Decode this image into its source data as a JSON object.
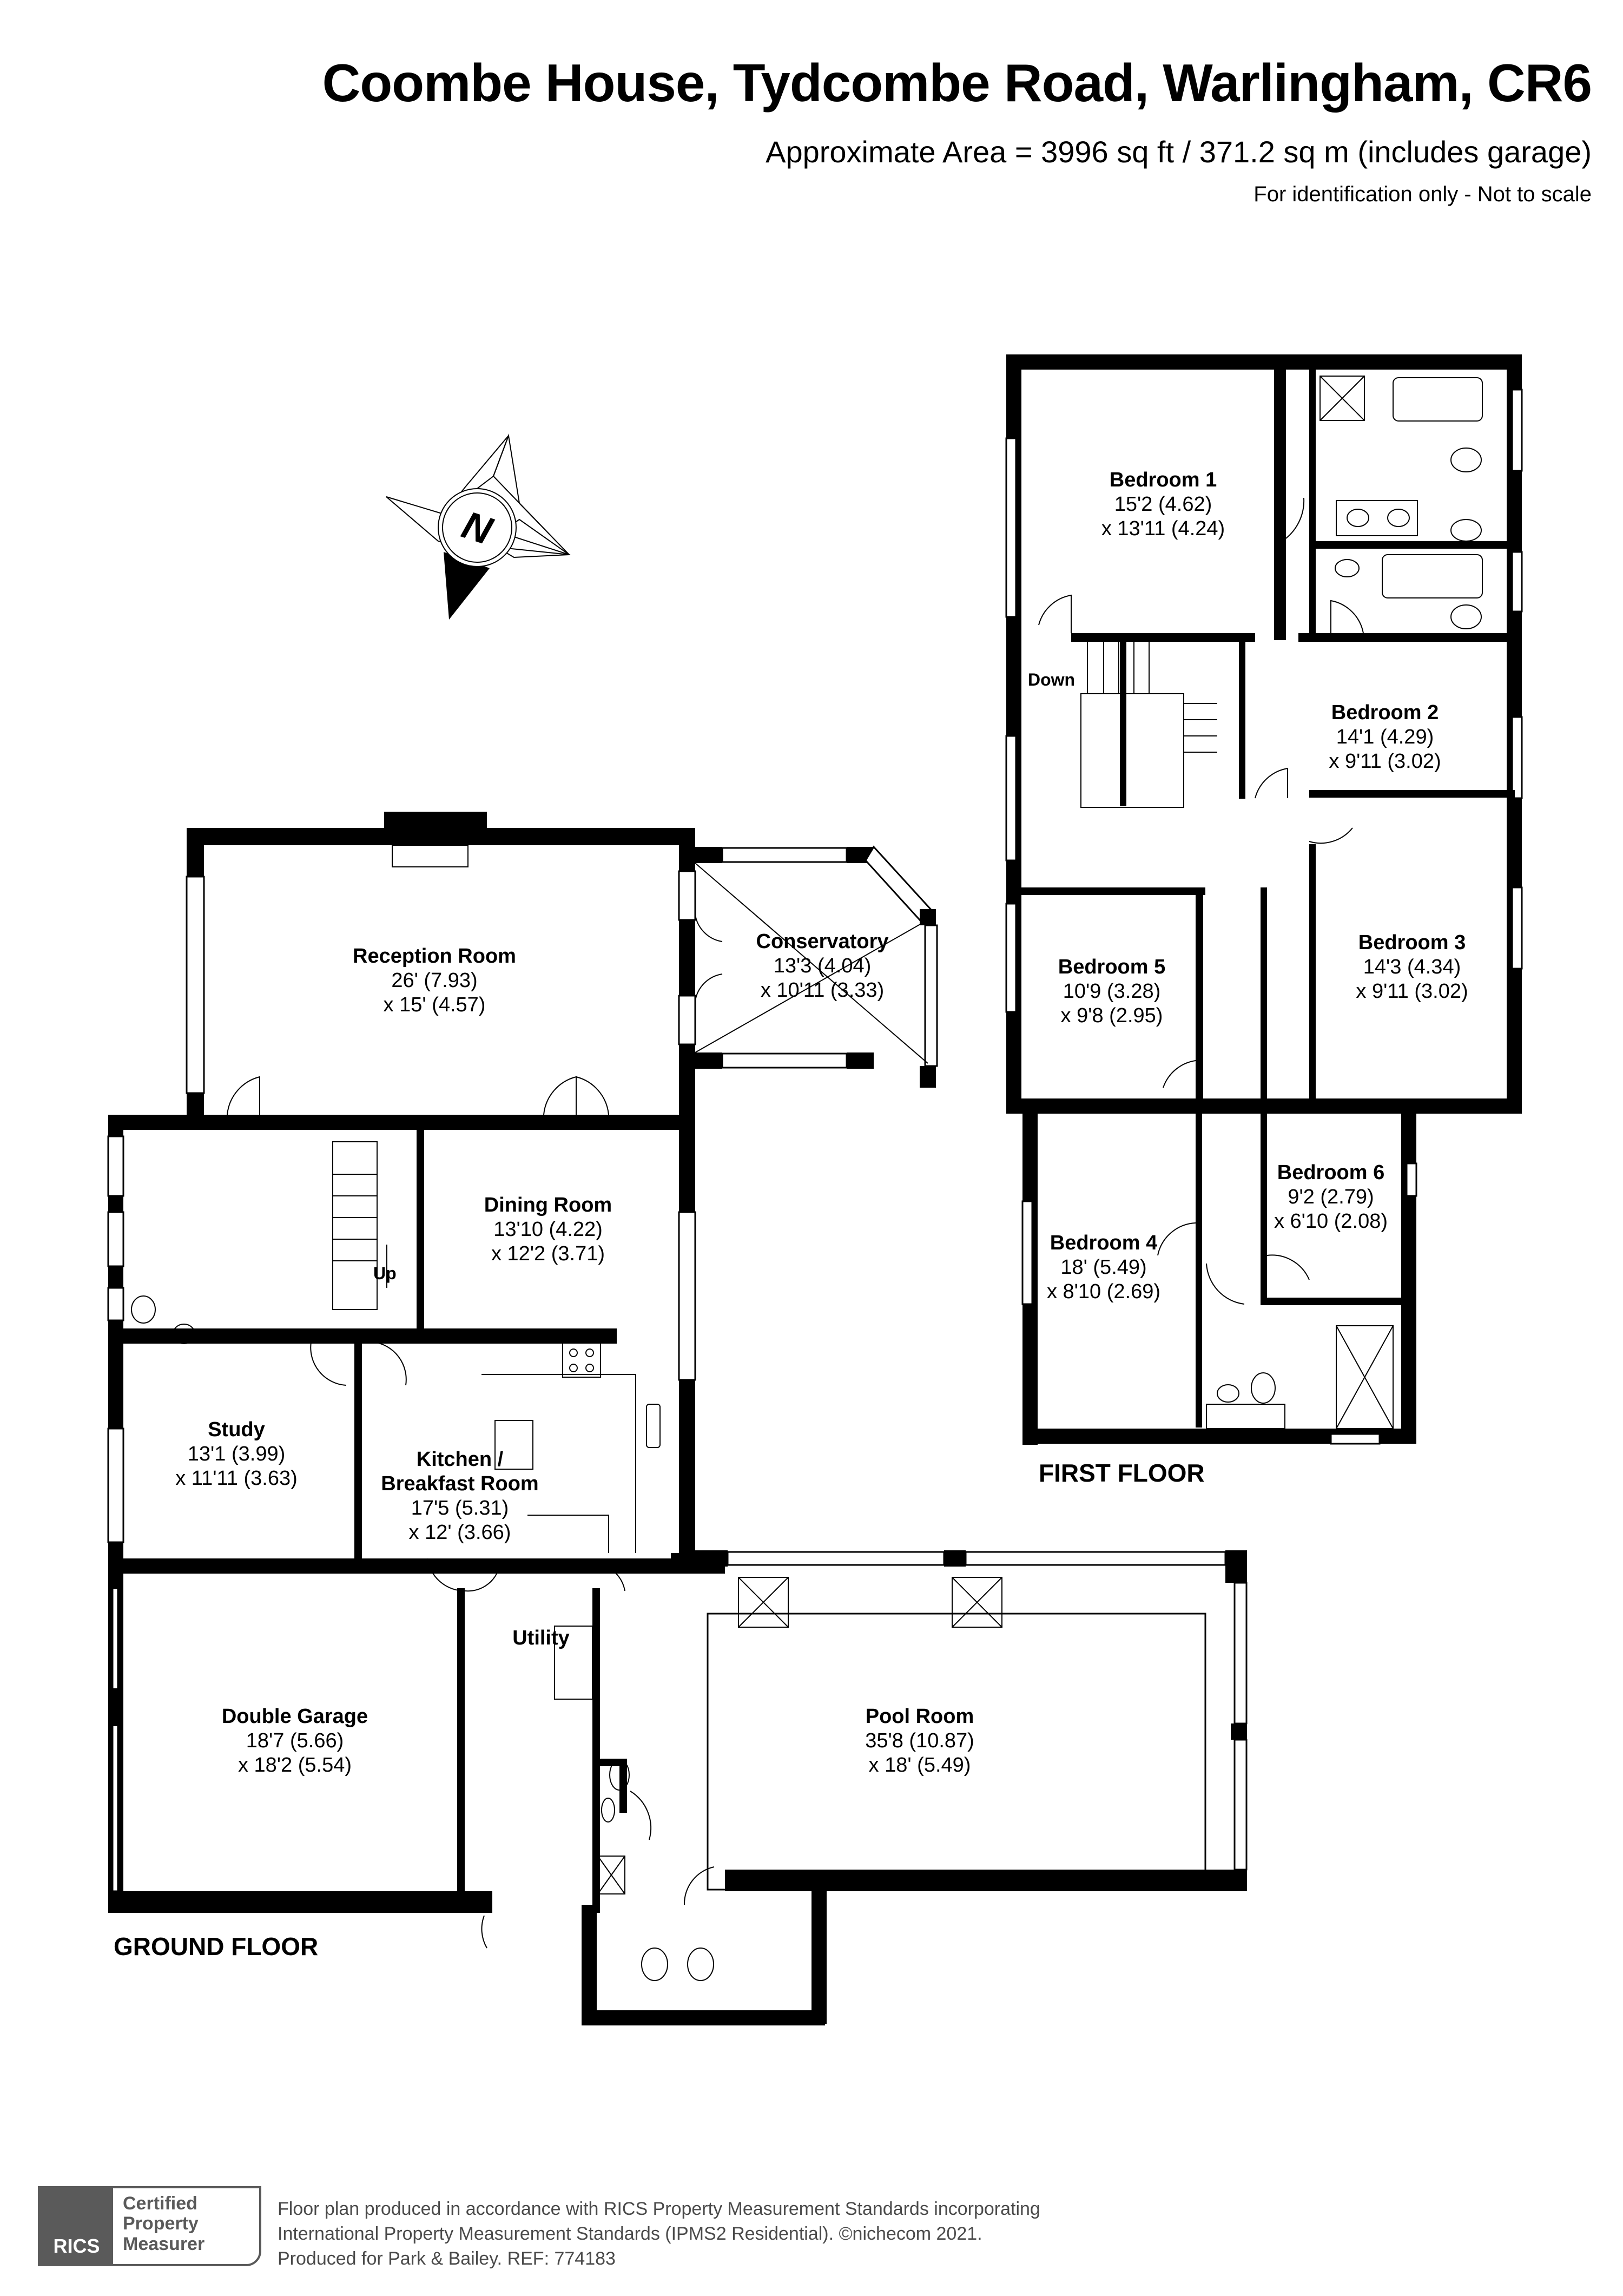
{
  "header": {
    "title": "Coombe House, Tydcombe Road, Warlingham, CR6",
    "area": "Approximate Area = 3996 sq ft / 371.2 sq m (includes garage)",
    "disclaimer": "For identification only - Not to scale"
  },
  "compass": {
    "letter": "N",
    "icon": "compass-north-icon"
  },
  "ground_floor": {
    "label": "GROUND FLOOR",
    "stair_label": "Up",
    "rooms": [
      {
        "name": "Reception Room",
        "dim1": "26' (7.93)",
        "dim2": "x 15' (4.57)"
      },
      {
        "name": "Conservatory",
        "dim1": "13'3 (4.04)",
        "dim2": "x 10'11 (3.33)"
      },
      {
        "name": "Dining Room",
        "dim1": "13'10 (4.22)",
        "dim2": "x 12'2 (3.71)"
      },
      {
        "name": "Study",
        "dim1": "13'1 (3.99)",
        "dim2": "x 11'11 (3.63)"
      },
      {
        "name": "Kitchen /",
        "name2": "Breakfast Room",
        "dim1": "17'5 (5.31)",
        "dim2": "x 12' (3.66)"
      },
      {
        "name": "Utility"
      },
      {
        "name": "Double Garage",
        "dim1": "18'7 (5.66)",
        "dim2": "x 18'2 (5.54)"
      },
      {
        "name": "Pool Room",
        "dim1": "35'8 (10.87)",
        "dim2": "x 18' (5.49)"
      }
    ]
  },
  "first_floor": {
    "label": "FIRST FLOOR",
    "stair_label": "Down",
    "rooms": [
      {
        "name": "Bedroom 1",
        "dim1": "15'2 (4.62)",
        "dim2": "x 13'11 (4.24)"
      },
      {
        "name": "Bedroom 2",
        "dim1": "14'1 (4.29)",
        "dim2": "x 9'11 (3.02)"
      },
      {
        "name": "Bedroom 3",
        "dim1": "14'3 (4.34)",
        "dim2": "x 9'11 (3.02)"
      },
      {
        "name": "Bedroom 5",
        "dim1": "10'9 (3.28)",
        "dim2": "x 9'8 (2.95)"
      },
      {
        "name": "Bedroom 6",
        "dim1": "9'2 (2.79)",
        "dim2": "x 6'10 (2.08)"
      },
      {
        "name": "Bedroom 4",
        "dim1": "18' (5.49)",
        "dim2": "x 8'10 (2.69)"
      }
    ]
  },
  "footer": {
    "badge_brand": "RICS",
    "badge_line1": "Certified",
    "badge_line2": "Property",
    "badge_line3": "Measurer",
    "line1": "Floor plan produced in accordance with RICS Property Measurement Standards incorporating",
    "line2": "International Property Measurement Standards (IPMS2 Residential).  ©nichecom 2021.",
    "line3": "Produced for Park & Bailey.   REF:  774183"
  },
  "colors": {
    "wall": "#000000",
    "background": "#ffffff",
    "badge_gray": "#5a5a5a"
  }
}
